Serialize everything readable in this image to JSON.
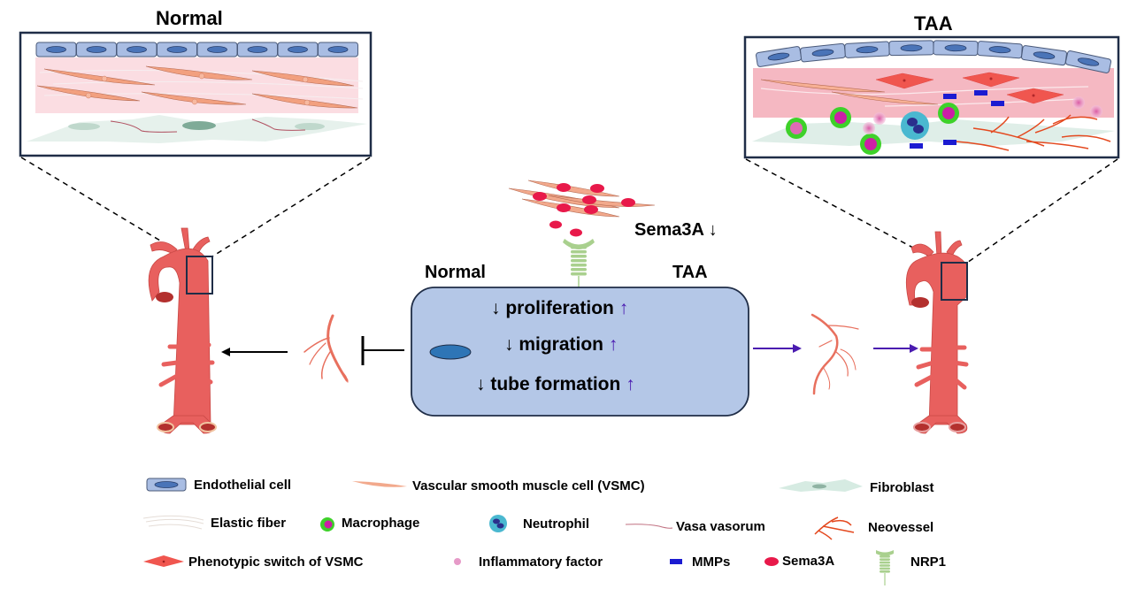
{
  "panels": {
    "normal_title": "Normal",
    "taa_title": "TAA"
  },
  "center": {
    "sema3a_label": "Sema3A",
    "sema3a_arrow": "↓",
    "normal_label": "Normal",
    "taa_label": "TAA",
    "effects": [
      {
        "down": "↓",
        "text": "proliferation",
        "up": "↑"
      },
      {
        "down": "↓",
        "text": "migration",
        "up": "↑"
      },
      {
        "down": "↓",
        "text": "tube formation",
        "up": "↑"
      }
    ]
  },
  "colors": {
    "endothelial_fill": "#a9bde3",
    "endothelial_nucleus": "#4a74b8",
    "vsmc": "#f2a07f",
    "media_normal": "#fbdde2",
    "media_taa": "#f5b8c2",
    "phenotypic_switch": "#f0564f",
    "mmps": "#1b1bd1",
    "sema3a": "#e8194a",
    "nrp1": "#a9d08e",
    "aorta": "#e8605e",
    "neovessel": "#e4481e",
    "box_fill": "#b4c7e7",
    "purple_arrow": "#4a1bb0",
    "macrophage": "#3ed12a",
    "neutrophil": "#4ab8d0",
    "inflammatory": "#e07ab8"
  },
  "legend": [
    {
      "icon": "endothelial-cell-icon",
      "label": "Endothelial cell"
    },
    {
      "icon": "vsmc-icon",
      "label": "Vascular smooth muscle cell (VSMC)"
    },
    {
      "icon": "fibroblast-icon",
      "label": "Fibroblast"
    },
    {
      "icon": "elastic-fiber-icon",
      "label": "Elastic fiber"
    },
    {
      "icon": "macrophage-icon",
      "label": "Macrophage"
    },
    {
      "icon": "neutrophil-icon",
      "label": "Neutrophil"
    },
    {
      "icon": "vasa-vasorum-icon",
      "label": "Vasa vasorum"
    },
    {
      "icon": "neovessel-icon",
      "label": "Neovessel"
    },
    {
      "icon": "phenotypic-switch-icon",
      "label": "Phenotypic switch of VSMC"
    },
    {
      "icon": "inflammatory-factor-icon",
      "label": "Inflammatory factor"
    },
    {
      "icon": "mmps-icon",
      "label": "MMPs"
    },
    {
      "icon": "sema3a-icon",
      "label": "Sema3A"
    },
    {
      "icon": "nrp1-icon",
      "label": "NRP1"
    }
  ]
}
